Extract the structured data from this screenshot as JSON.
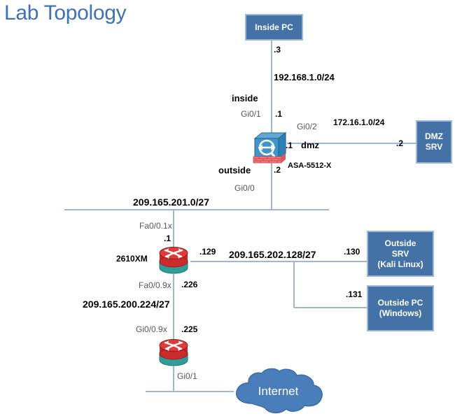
{
  "page": {
    "title": "Lab Topology",
    "title_color": "#3f72b3",
    "box_fill": "#4472a6",
    "box_border": "#9cb7d8",
    "wire_color": "#9db8d6"
  },
  "nodes": {
    "inside_pc": {
      "lines": [
        "Inside PC"
      ]
    },
    "dmz_srv": {
      "lines": [
        "DMZ",
        "SRV"
      ]
    },
    "outside_srv": {
      "lines": [
        "Outside",
        "SRV",
        "(Kali Linux)"
      ]
    },
    "outside_pc": {
      "lines": [
        "Outside PC",
        "(Windows)"
      ]
    },
    "internet": {
      "label": "Internet"
    }
  },
  "devices": {
    "asa": {
      "name": "asa-5512-x-firewall-icon",
      "model": "ASA-5512-X"
    },
    "router_1": {
      "name": "router-2610xm-icon",
      "model": "2610XM"
    },
    "router_2": {
      "name": "router-edge-icon",
      "model": ""
    }
  },
  "labels": {
    "inside_pc_ip": ".3",
    "inside_subnet": "192.168.1.0/24",
    "inside_zone": "inside",
    "asa_gi01": "Gi0/1",
    "asa_inside_ip": ".1",
    "asa_gi02": "Gi0/2",
    "dmz_subnet": "172.16.1.0/24",
    "asa_dmz_ip": ".1",
    "dmz_zone": "dmz",
    "dmz_srv_ip": ".2",
    "asa_model": "ASA-5512-X",
    "outside_zone": "outside",
    "asa_outside_ip": ".2",
    "asa_gi00": "Gi0/0",
    "outside_subnet": "209.165.201.0/27",
    "r1_fa001x": "Fa0/0.1x",
    "r1_inside_ip": ".1",
    "r1_model": "2610XM",
    "r1_right_ip": ".129",
    "dmz2_subnet": "209.165.202.128/27",
    "outside_srv_ip": ".130",
    "outside_pc_ip": ".131",
    "r1_fa009x": "Fa0/0.9x",
    "r1_down_ip": ".226",
    "mid_subnet": "209.165.200.224/27",
    "r2_gi009x": "Gi0/0.9x",
    "r2_up_ip": ".225",
    "r2_gi01": "Gi0/1"
  }
}
